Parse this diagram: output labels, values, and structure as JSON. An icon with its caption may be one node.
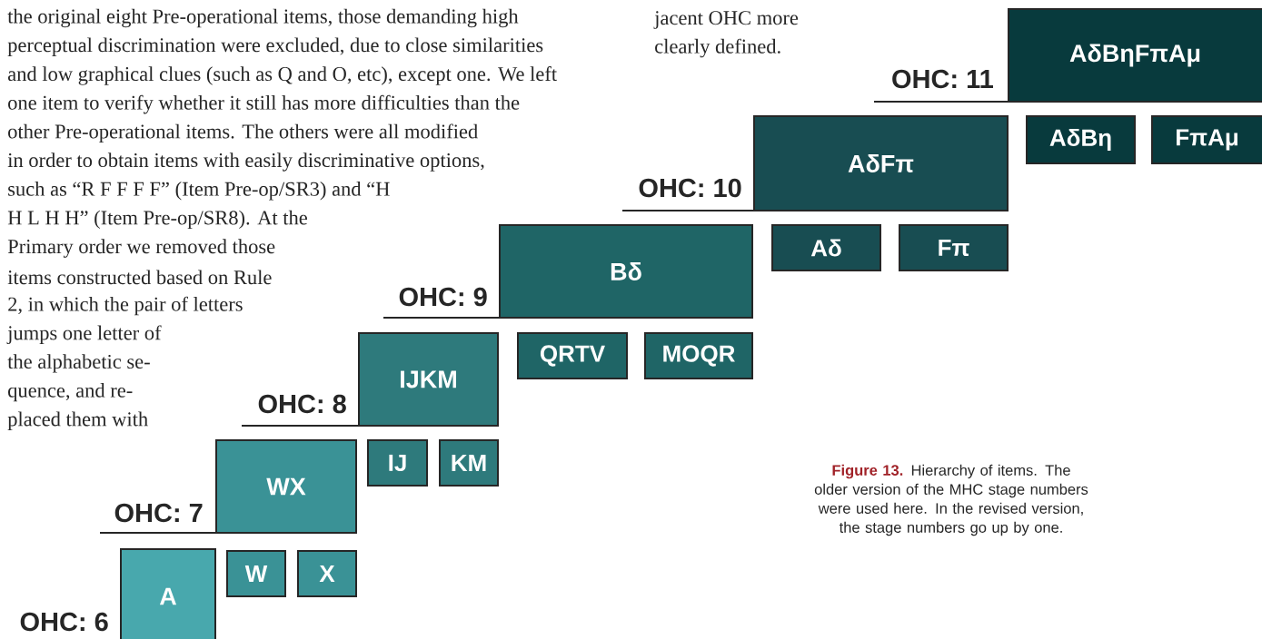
{
  "diagram": {
    "caption": "**Figure 13.** Hierarchy of items. The older version of the MHC stage numbers were used here. In the revised version, the stage numbers go up by one.",
    "nodes": [
      {
        "text": [
          "AδBηFπAμ"
        ],
        "beside": [
          "OHC: 11"
        ]
      },
      {
        "text": [
          "AδBη"
        ]
      },
      {
        "text": [
          "FπAμ"
        ]
      },
      {
        "text": [
          "AδFπ"
        ],
        "beside": [
          "OHC: 10"
        ]
      },
      {
        "text": [
          "Aδ"
        ]
      },
      {
        "text": [
          "Fπ"
        ]
      },
      {
        "text": [
          "Bδ"
        ],
        "beside": [
          "OHC: 9"
        ]
      },
      {
        "text": [
          "QRTV"
        ]
      },
      {
        "text": [
          "MOQR"
        ]
      },
      {
        "text": [
          "IJKM"
        ],
        "beside": [
          "OHC: 8"
        ]
      },
      {
        "text": [
          "IJ"
        ]
      },
      {
        "text": [
          "KM"
        ]
      },
      {
        "text": [
          "WX"
        ],
        "beside": [
          "OHC: 7"
        ]
      },
      {
        "text": [
          "W"
        ]
      },
      {
        "text": [
          "X"
        ]
      },
      {
        "text": [
          "A"
        ],
        "beside": [
          "OHC: 6"
        ]
      }
    ],
    "labels": [
      "the original eight Pre-operational items, those demanding high",
      "perceptual discrimination were excluded, due to close similarities",
      "and low graphical clues (such as Q and O, etc), except one. We left",
      "one item to verify whether it still has more difficulties than the",
      "other Pre-operational items. The others were all modified",
      "in order to obtain items with easily discriminative options,",
      "such as “R F F F F” (Item Pre-op/SR3) and “H",
      "H L H H” (Item Pre-op/SR8). At the",
      "Primary order we removed those",
      "items constructed based on Rule",
      "2, in which the pair of letters",
      "jumps one letter of",
      "the alphabetic se-",
      "quence, and re-",
      "placed them with",
      "jacent OHC more",
      "clearly defined."
    ]
  }
}
